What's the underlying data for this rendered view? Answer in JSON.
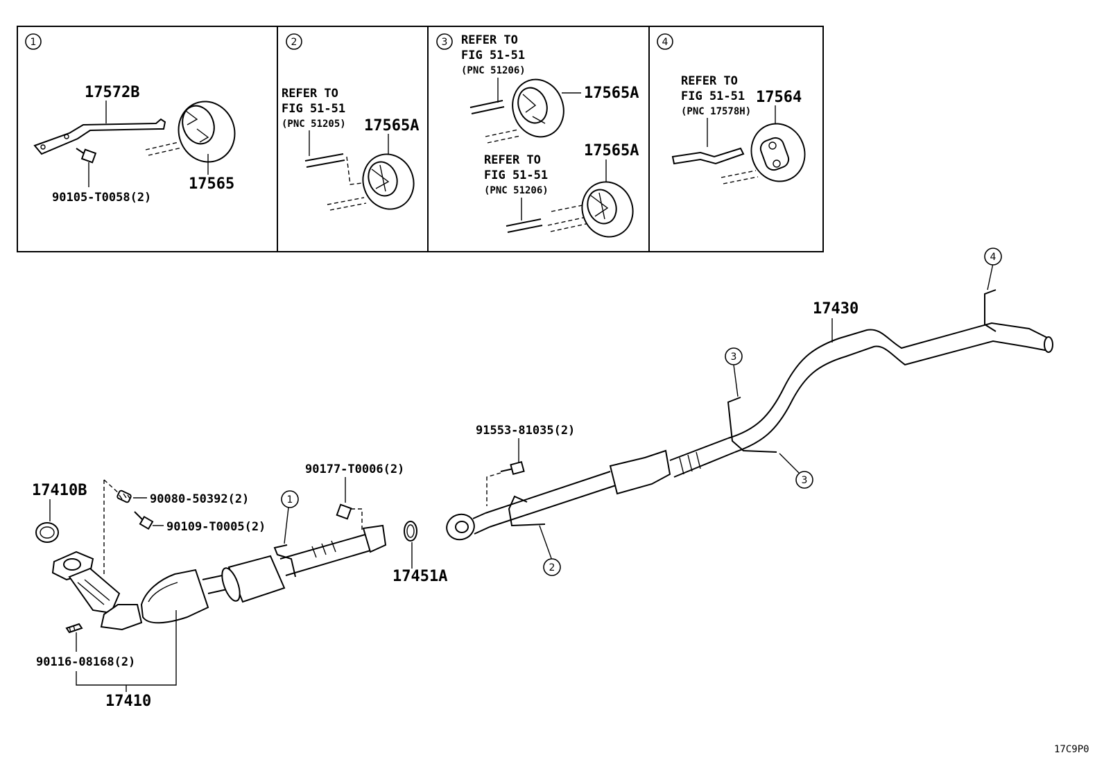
{
  "detail_boxes": [
    {
      "index": "1",
      "labels": [
        "17572B",
        "17565",
        "90105-T0058(2)"
      ]
    },
    {
      "index": "2",
      "refer_lines": [
        "REFER TO",
        "FIG 51-51",
        "(PNC 51205)"
      ],
      "labels": [
        "17565A"
      ]
    },
    {
      "index": "3",
      "refer_top": [
        "REFER TO",
        "FIG 51-51",
        "(PNC 51206)"
      ],
      "refer_bottom": [
        "REFER TO",
        "FIG 51-51",
        "(PNC 51206)"
      ],
      "labels": [
        "17565A",
        "17565A"
      ]
    },
    {
      "index": "4",
      "refer_lines": [
        "REFER TO",
        "FIG 51-51",
        "(PNC 17578H)"
      ],
      "labels": [
        "17564"
      ]
    }
  ],
  "main": {
    "labels": {
      "tail_pipe": "17430",
      "bolt_mid": "91553-81035(2)",
      "nut": "90177-T0006(2)",
      "gasket_front": "17410B",
      "spring": "90080-50392(2)",
      "bolt_front": "90109-T0005(2)",
      "gasket_mid": "17451A",
      "stud": "90116-08168(2)",
      "front_pipe": "17410"
    },
    "callouts": {
      "c1": "1",
      "c2": "2",
      "c3a": "3",
      "c3b": "3",
      "c4": "4"
    }
  },
  "figure_code": "17C9P0"
}
